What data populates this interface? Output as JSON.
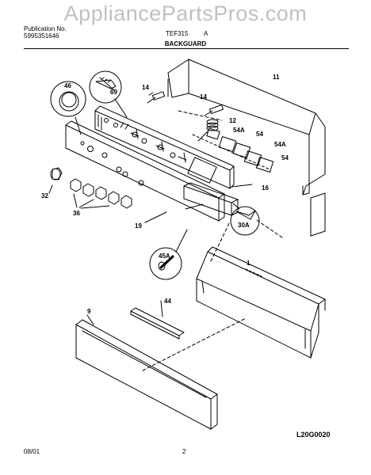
{
  "watermark": "AppliancePartsPros.com",
  "header": {
    "left_line1": "Publication No.",
    "left_line2": "5995351646",
    "model": "TEF315",
    "suffix": "A",
    "section_title": "BACKGUARD"
  },
  "footer": {
    "date": "08/01",
    "page": "2",
    "drawing_code": "L20G0020"
  },
  "part_labels": {
    "p46": "46",
    "p69": "69",
    "p14a": "14",
    "p14b": "14",
    "p11": "11",
    "p12": "12",
    "p54a1": "54A",
    "p54_1": "54",
    "p54a2": "54A",
    "p54_2": "54",
    "p16": "16",
    "p32": "32",
    "p36": "36",
    "p19": "19",
    "p30a": "30A",
    "p45a": "45A",
    "p1": "1",
    "p44": "44",
    "p9": "9"
  }
}
